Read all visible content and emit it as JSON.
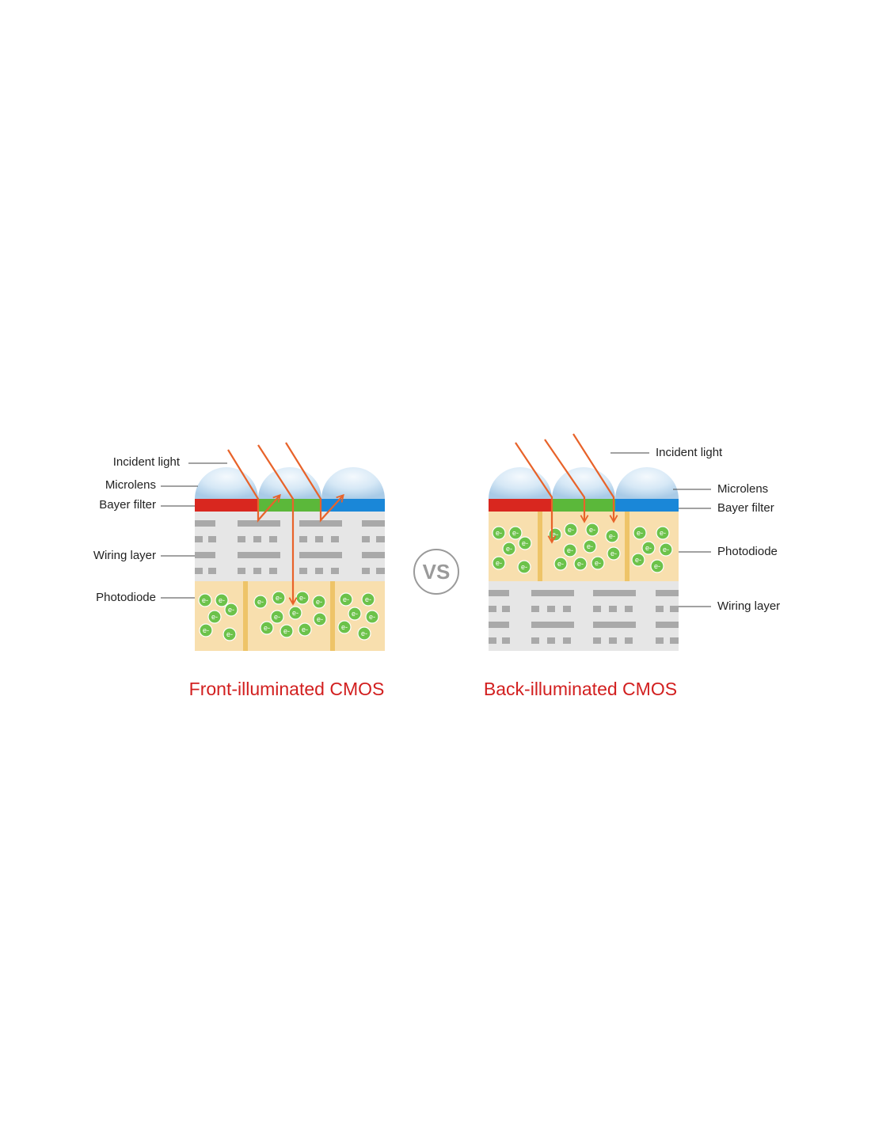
{
  "colors": {
    "red": "#d9271f",
    "green": "#5bb83a",
    "blue": "#1a87d8",
    "arrow": "#e8632a",
    "wiring_bg": "#e6e6e6",
    "wire": "#a9a9a9",
    "photodiode_bg": "#f8dfae",
    "divider": "#eec468",
    "electron": "#6cc24a",
    "caption": "#d21f1f",
    "vs": "#9a9a9a"
  },
  "front": {
    "caption": "Front-illuminated CMOS",
    "labels": {
      "incident_light": "Incident light",
      "microlens": "Microlens",
      "bayer_filter": "Bayer filter",
      "wiring_layer": "Wiring layer",
      "photodiode": "Photodiode"
    }
  },
  "back": {
    "caption": "Back-illuminated CMOS",
    "labels": {
      "incident_light": "Incident light",
      "microlens": "Microlens",
      "bayer_filter": "Bayer filter",
      "photodiode": "Photodiode",
      "wiring_layer": "Wiring layer"
    }
  },
  "vs_label": "VS",
  "electron_label": "e-"
}
